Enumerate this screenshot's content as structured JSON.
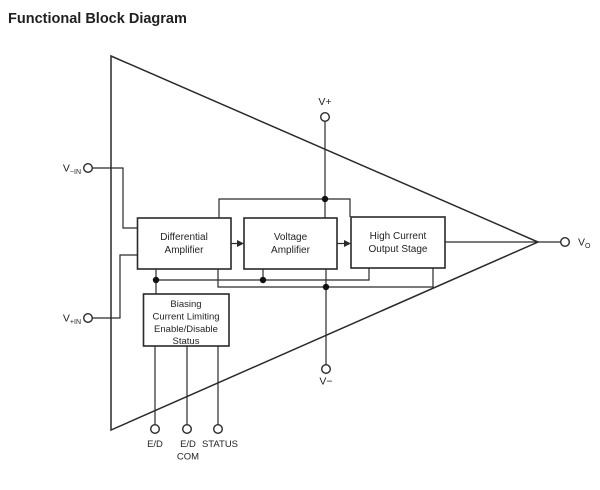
{
  "title": "Functional Block Diagram",
  "colors": {
    "line": "#2a2a2a",
    "text": "#231f20",
    "background": "#ffffff"
  },
  "blocks": {
    "differential_amplifier": {
      "line1": "Differential",
      "line2": "Amplifier"
    },
    "voltage_amplifier": {
      "line1": "Voltage",
      "line2": "Amplifier"
    },
    "high_current_output_stage": {
      "line1": "High Current",
      "line2": "Output Stage"
    },
    "bias_block": {
      "line1": "Biasing",
      "line2": "Current Limiting",
      "line3": "Enable/Disable",
      "line4": "Status"
    }
  },
  "pins": {
    "v_in_neg": {
      "main": "V",
      "sub": "−IN"
    },
    "v_in_pos": {
      "main": "V",
      "sub": "+IN"
    },
    "v_plus": "V+",
    "v_minus": "V−",
    "v_out": {
      "main": "V",
      "sub": "O"
    },
    "enable_disable": "E/D",
    "enable_disable_com_line1": "E/D",
    "enable_disable_com_line2": "COM",
    "status": "STATUS"
  }
}
